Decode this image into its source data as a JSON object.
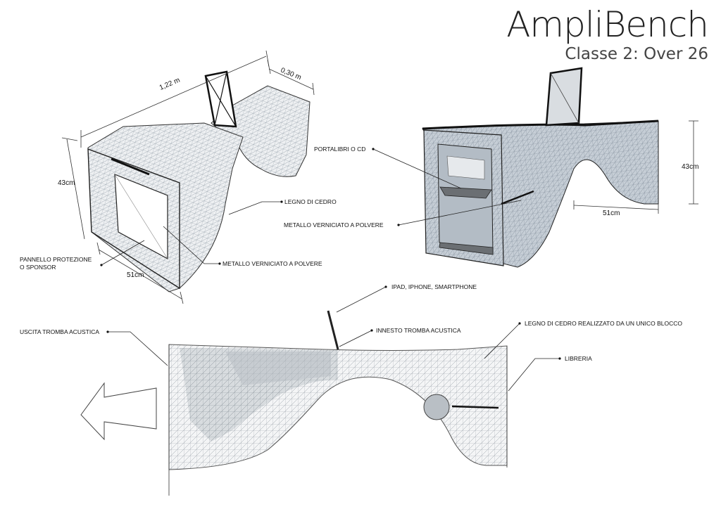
{
  "title": "AmpliBench",
  "subtitle": "Classe 2: Over 26",
  "dimensions": {
    "length": "1,22 m",
    "depth": "0,30 m",
    "height_left": "43cm",
    "width_left": "51cm",
    "height_right": "43cm",
    "width_right": "51cm"
  },
  "labels": {
    "legno_cedro": "LEGNO DI CEDRO",
    "metallo_left": "METALLO VERNICIATO A POLVERE",
    "pannello_1": "PANNELLO PROTEZIONE",
    "pannello_2": "O SPONSOR",
    "portalibri": "PORTALIBRI O CD",
    "metallo_right": "METALLO VERNICIATO A POLVERE",
    "ipad": "IPAD, IPHONE, SMARTPHONE",
    "innesto": "INNESTO TROMBA ACUSTICA",
    "uscita": "USCITA TROMBA ACUSTICA",
    "legno_blocco": "LEGNO DI CEDRO REALIZZATO DA UN UNICO BLOCCO",
    "libreria": "LIBRERIA"
  },
  "colors": {
    "mesh": "#8d98a3",
    "surface_left": "#eef0f2",
    "surface_right": "#c6ced6",
    "inner_dark": "#6b6f73"
  }
}
